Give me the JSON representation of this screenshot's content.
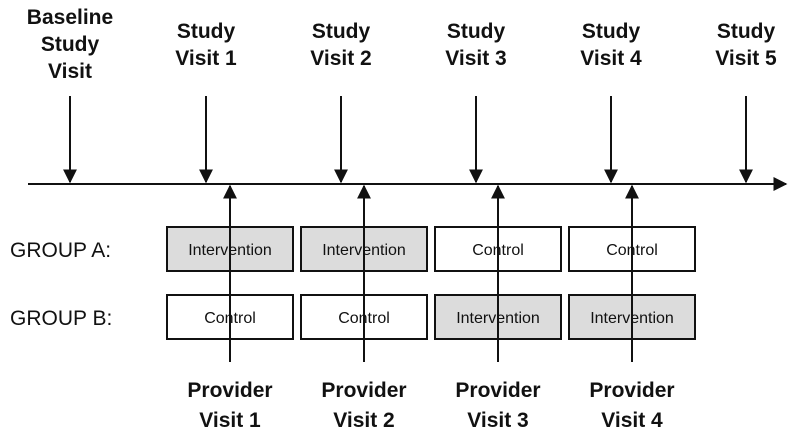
{
  "study_visits": [
    {
      "lines": [
        "Baseline",
        "Study",
        "Visit"
      ]
    },
    {
      "lines": [
        "Study",
        "Visit 1"
      ]
    },
    {
      "lines": [
        "Study",
        "Visit 2"
      ]
    },
    {
      "lines": [
        "Study",
        "Visit 3"
      ]
    },
    {
      "lines": [
        "Study",
        "Visit 4"
      ]
    },
    {
      "lines": [
        "Study",
        "Visit 5"
      ]
    }
  ],
  "groups": [
    {
      "label": "GROUP A:",
      "cells": [
        {
          "text": "Intervention",
          "kind": "intervention"
        },
        {
          "text": "Intervention",
          "kind": "intervention"
        },
        {
          "text": "Control",
          "kind": "control"
        },
        {
          "text": "Control",
          "kind": "control"
        }
      ]
    },
    {
      "label": "GROUP B:",
      "cells": [
        {
          "text": "Control",
          "kind": "control"
        },
        {
          "text": "Control",
          "kind": "control"
        },
        {
          "text": "Intervention",
          "kind": "intervention"
        },
        {
          "text": "Intervention",
          "kind": "intervention"
        }
      ]
    }
  ],
  "provider_visits": [
    {
      "lines": [
        "Provider",
        "Visit 1"
      ]
    },
    {
      "lines": [
        "Provider",
        "Visit 2"
      ]
    },
    {
      "lines": [
        "Provider",
        "Visit 3"
      ]
    },
    {
      "lines": [
        "Provider",
        "Visit 4"
      ]
    }
  ],
  "colors": {
    "intervention": "#dcdcdc",
    "control": "#ffffff",
    "line": "#111111"
  }
}
